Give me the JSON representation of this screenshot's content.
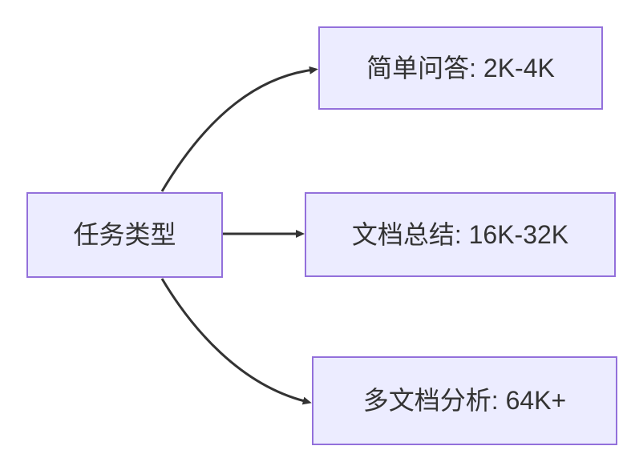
{
  "diagram": {
    "type": "flowchart",
    "direction": "left-to-right",
    "colors": {
      "node_fill": "#ECECFF",
      "node_border": "#9370DB",
      "text": "#333333",
      "edge": "#333333",
      "background": "#FFFFFF"
    },
    "root": {
      "label": "任务类型"
    },
    "branches": [
      {
        "label": "简单问答: 2K-4K"
      },
      {
        "label": "文档总结: 16K-32K"
      },
      {
        "label": "多文档分析: 64K+"
      }
    ],
    "edges": [
      {
        "from": "任务类型",
        "to": "简单问答: 2K-4K"
      },
      {
        "from": "任务类型",
        "to": "文档总结: 16K-32K"
      },
      {
        "from": "任务类型",
        "to": "多文档分析: 64K+"
      }
    ]
  }
}
